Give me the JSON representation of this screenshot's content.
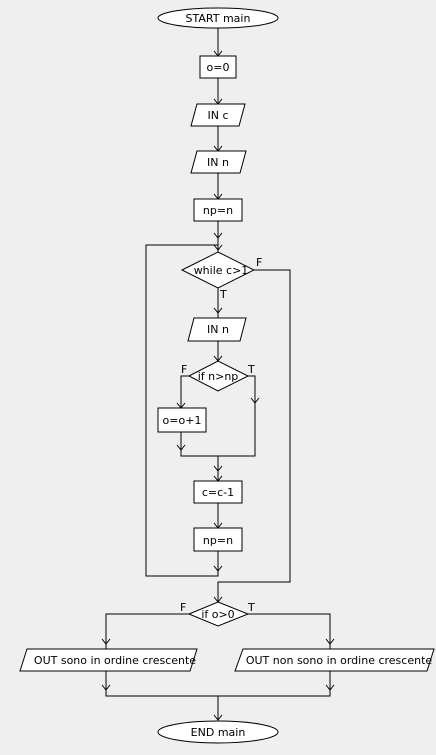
{
  "flow": {
    "start": "START main",
    "end": "END main",
    "init_o": "o=0",
    "in_c": "IN c",
    "in_n_first": "IN n",
    "np_assign_first": "np=n",
    "while_cond": "while c>1",
    "while_true": "T",
    "while_false": "F",
    "in_n_loop": "IN n",
    "if_n_cond": "if n>np",
    "if_n_false": "F",
    "if_n_true": "T",
    "increment_o": "o=o+1",
    "decrement_c": "c=c-1",
    "np_assign_loop": "np=n",
    "if_o_cond": "if o>0",
    "if_o_false": "F",
    "if_o_true": "T",
    "out_sorted": "OUT sono in ordine crescente",
    "out_not_sorted": "OUT non sono in ordine crescente"
  }
}
